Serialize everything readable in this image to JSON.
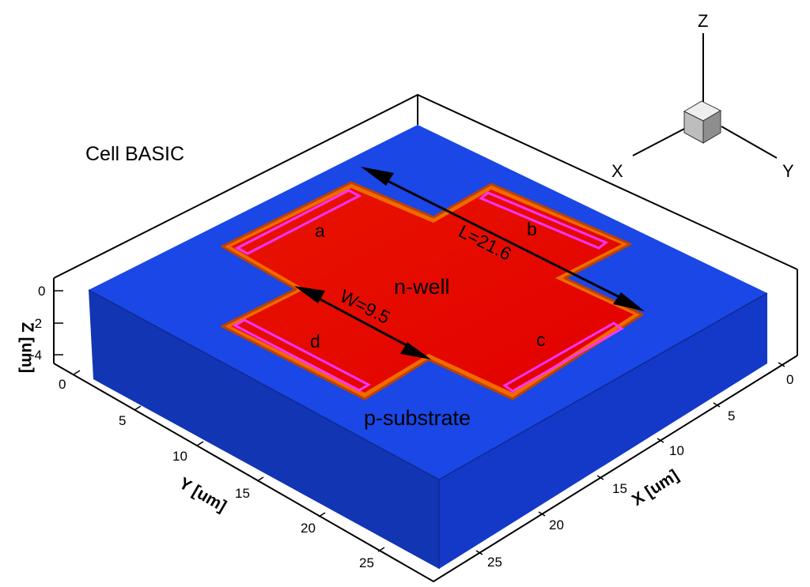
{
  "title": "Cell BASIC",
  "regions": {
    "n_well": "n-well",
    "substrate": "p-substrate"
  },
  "corners": {
    "a": "a",
    "b": "b",
    "c": "c",
    "d": "d"
  },
  "dimensions": {
    "length": "L=21.6",
    "width": "W=9.5"
  },
  "axes": {
    "x_label": "X [um]",
    "y_label": "Y [um]",
    "z_label": "Z [um]",
    "x_ticks": [
      "0",
      "5",
      "10",
      "15",
      "20",
      "25"
    ],
    "y_ticks": [
      "0",
      "5",
      "10",
      "15",
      "20",
      "25"
    ],
    "z_ticks": [
      "0",
      "-2",
      "-4"
    ]
  },
  "triad": {
    "x": "X",
    "y": "Y",
    "z": "Z"
  },
  "colors": {
    "substrate_top": "#1a47e6",
    "substrate_left": "#1235b4",
    "substrate_right": "#1439c8",
    "n_well": "#e60000",
    "well_edge": "#f07a00",
    "contact": "#ff33ff",
    "frame": "#000000"
  }
}
